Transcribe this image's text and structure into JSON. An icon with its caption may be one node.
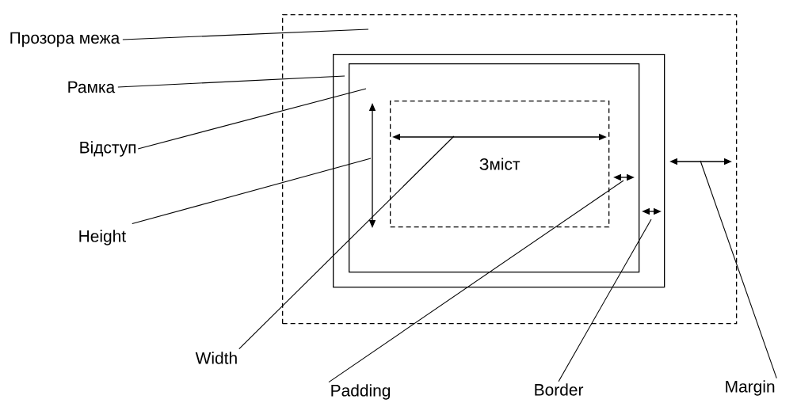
{
  "diagram": {
    "nodes": [
      {
        "text": [],
        "shape": "box"
      },
      {
        "text": [],
        "shape": "box",
        "in": 0
      },
      {
        "text": [],
        "shape": "box",
        "in": 1
      },
      {
        "text": [
          "Зміст"
        ],
        "in": 2
      },
      {
        "text": [
          "Прозора межа"
        ]
      },
      {
        "text": [
          "Рамка"
        ]
      },
      {
        "text": [
          "Відступ"
        ]
      },
      {
        "text": [
          "Height"
        ]
      },
      {
        "text": [
          "Width"
        ]
      },
      {
        "text": [
          "Padding"
        ]
      },
      {
        "text": [
          "Border"
        ]
      },
      {
        "text": [
          "Margin"
        ]
      }
    ],
    "edges": [
      {
        "from": 4,
        "to": 0,
        "arrow": "none"
      },
      {
        "from": 5,
        "to": 1,
        "arrow": "none"
      },
      {
        "from": 6,
        "to": 2,
        "arrow": "none"
      },
      {
        "from": 7,
        "to": null,
        "arrow": "none"
      },
      {
        "from": 8,
        "to": 3,
        "arrow": "none"
      },
      {
        "from": 9,
        "to": null,
        "arrow": "none"
      },
      {
        "from": 10,
        "to": 2,
        "arrow": "none"
      },
      {
        "from": 11,
        "to": null,
        "arrow": "none"
      }
    ]
  }
}
